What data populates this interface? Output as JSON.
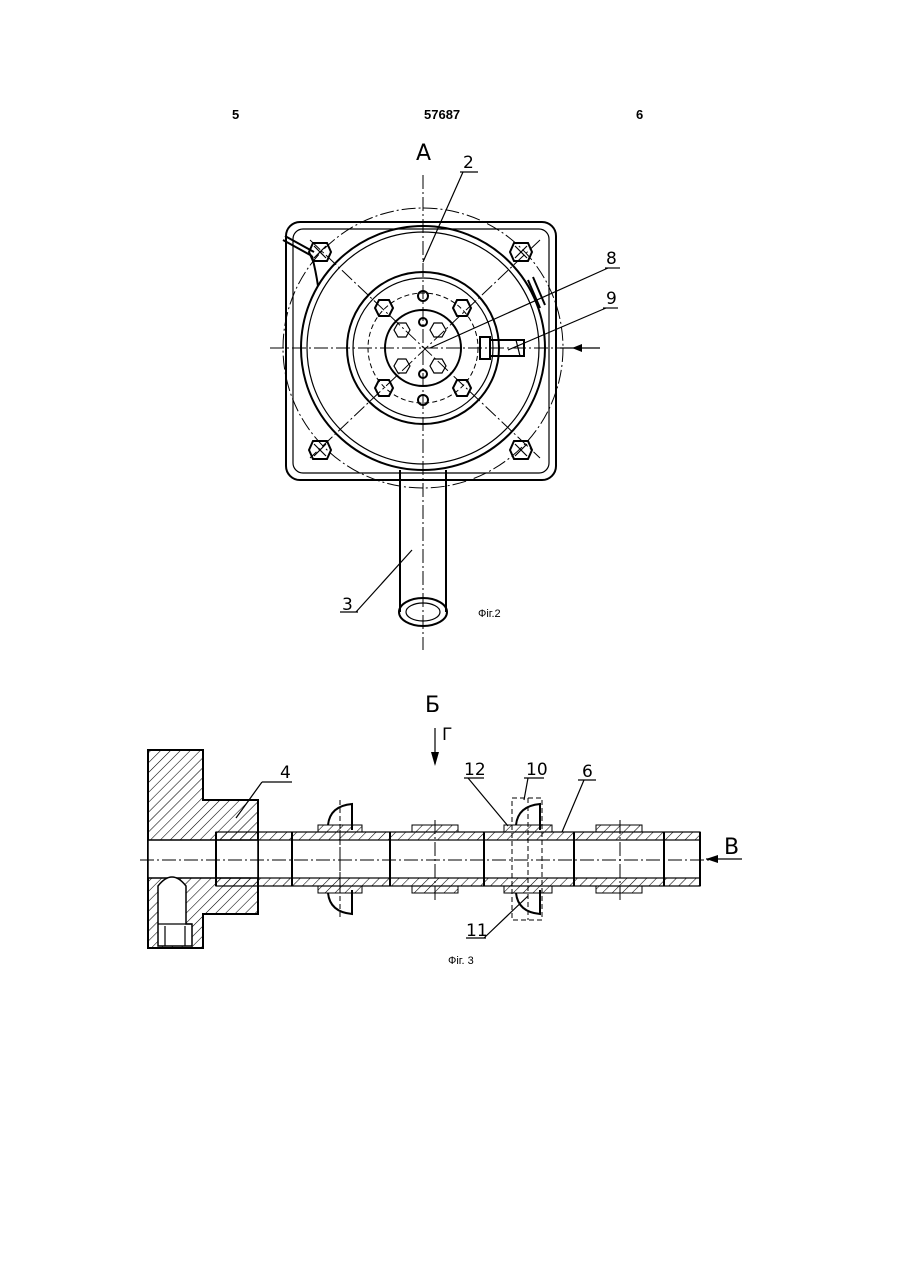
{
  "header": {
    "page_left": "5",
    "patent_number": "57687",
    "page_right": "6"
  },
  "fig2": {
    "view_label": "А",
    "caption": "Фіг.2",
    "callouts": {
      "c2": "2",
      "c8": "8",
      "c9": "9",
      "c3": "3"
    }
  },
  "fig3": {
    "section_label": "Б",
    "arrow_g_label": "Г",
    "arrow_v_label": "В",
    "caption": "Фіг. 3",
    "callouts": {
      "c4": "4",
      "c12": "12",
      "c10": "10",
      "c6": "6",
      "c11": "11"
    }
  }
}
